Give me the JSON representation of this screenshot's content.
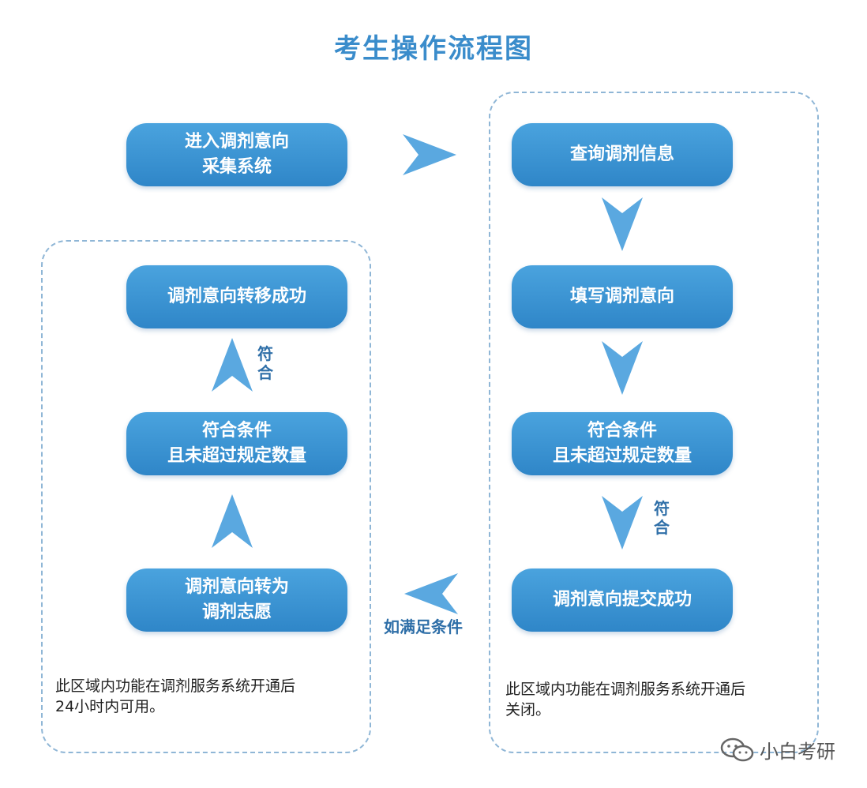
{
  "title": "考生操作流程图",
  "nodes": {
    "enter_system": [
      "进入调剂意向",
      "采集系统"
    ],
    "query_info": [
      "查询调剂信息"
    ],
    "fill_intent": [
      "填写调剂意向"
    ],
    "right_condition": [
      "符合条件",
      "且未超过规定数量"
    ],
    "submit_success": [
      "调剂意向提交成功"
    ],
    "convert_to_volunteer": [
      "调剂意向转为",
      "调剂志愿"
    ],
    "left_condition": [
      "符合条件",
      "且未超过规定数量"
    ],
    "transfer_success": [
      "调剂意向转移成功"
    ]
  },
  "edge_labels": {
    "right_meets": [
      "符",
      "合"
    ],
    "left_meets": [
      "符",
      "合"
    ],
    "if_conditions_met": "如满足条件"
  },
  "notes": {
    "left": [
      "此区域内功能在调剂服务系统开通后",
      "24小时内可用。"
    ],
    "right": [
      "此区域内功能在调剂服务系统开通后",
      "关闭。"
    ]
  },
  "watermark": "小白考研",
  "colors": {
    "node_fill": "#3a93d5",
    "arrow_fill": "#5aa8e0",
    "dashed_border": "#8fb6d6",
    "title": "#3a8ccb"
  }
}
